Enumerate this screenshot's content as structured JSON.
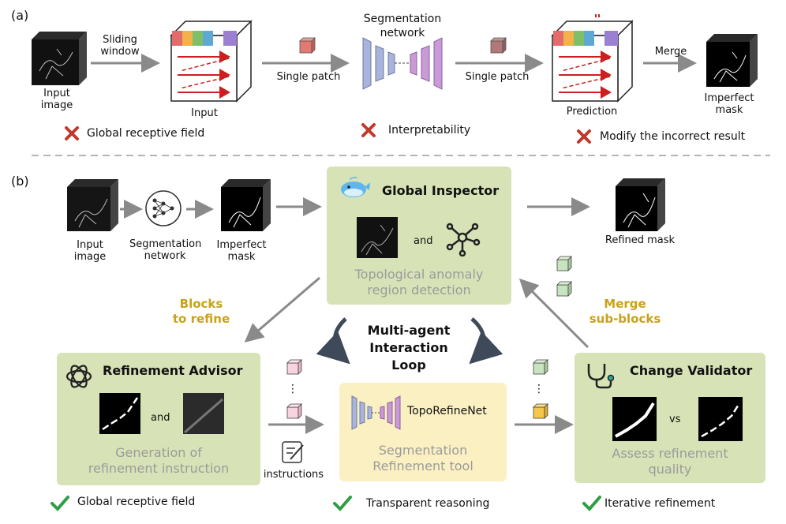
{
  "panel_a": {
    "label": "(a)",
    "input_image": [
      "Input",
      "image"
    ],
    "sliding_window": [
      "Sliding",
      "window"
    ],
    "input_label": "Input",
    "single_patch_1": "Single patch",
    "seg_network": [
      "Segmentation",
      "network"
    ],
    "single_patch_2": "Single patch",
    "prediction": "Prediction",
    "merge": "Merge",
    "imperfect_mask": [
      "Imperfect",
      "mask"
    ],
    "issues": [
      "Global receptive field",
      "Interpretability",
      "Modify the incorrect result"
    ]
  },
  "panel_b": {
    "label": "(b)",
    "input_image": [
      "Input",
      "image"
    ],
    "seg_network": [
      "Segmentation",
      "network"
    ],
    "imperfect_mask": [
      "Imperfect",
      "mask"
    ],
    "global_inspector": {
      "title": "Global Inspector",
      "and": "and",
      "subtitle": [
        "Topological anomaly",
        "region detection"
      ]
    },
    "refined_mask": "Refined mask",
    "blocks_to_refine": [
      "Blocks",
      "to refine"
    ],
    "merge_sub_blocks": [
      "Merge",
      "sub-blocks"
    ],
    "loop": [
      "Multi-agent",
      "Interaction Loop"
    ],
    "advisor": {
      "title": "Refinement Advisor",
      "and": "and",
      "subtitle": [
        "Generation of",
        "refinement instruction"
      ]
    },
    "dots": "⋮",
    "instructions": "instructions",
    "tool": {
      "name": "TopoRefineNet",
      "subtitle": [
        "Segmentation",
        "Refinement tool"
      ]
    },
    "validator": {
      "title": "Change Validator",
      "vs": "vs",
      "subtitle": [
        "Assess refinement",
        "quality"
      ]
    },
    "benefits": [
      "Global receptive field",
      "Transparent reasoning",
      "Iterative refinement"
    ]
  },
  "colors": {
    "green_panel": "#d7e3b6",
    "yellow_panel": "#fbf0c2",
    "gold_text": "#c9a21a",
    "red_x": "#c0392b",
    "check": "#2e9e44",
    "arrow": "#8a8a8a"
  }
}
